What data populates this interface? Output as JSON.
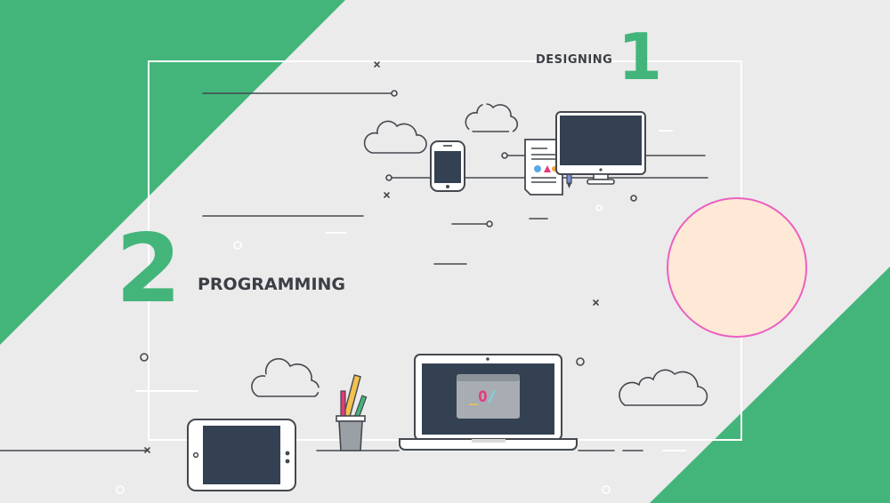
{
  "steps": {
    "designing": {
      "number": "1",
      "label": "DESIGNING"
    },
    "programming": {
      "number": "2",
      "label": "PROGRAMMING"
    }
  },
  "laptop_screen_glyph": {
    "underscore": "_",
    "circle": "O",
    "slash": "/"
  },
  "colors": {
    "background": "#ebebeb",
    "accent_green": "#43b57b",
    "outline": "#44484e",
    "screen_dark": "#344153",
    "circle_fill": "#fde9d6",
    "circle_stroke": "#ec5fc0"
  },
  "icons": [
    "cloud-icon",
    "smartphone-icon",
    "document-icon",
    "monitor-icon",
    "tablet-icon",
    "pencil-cup-icon",
    "laptop-icon",
    "cross-icon"
  ]
}
